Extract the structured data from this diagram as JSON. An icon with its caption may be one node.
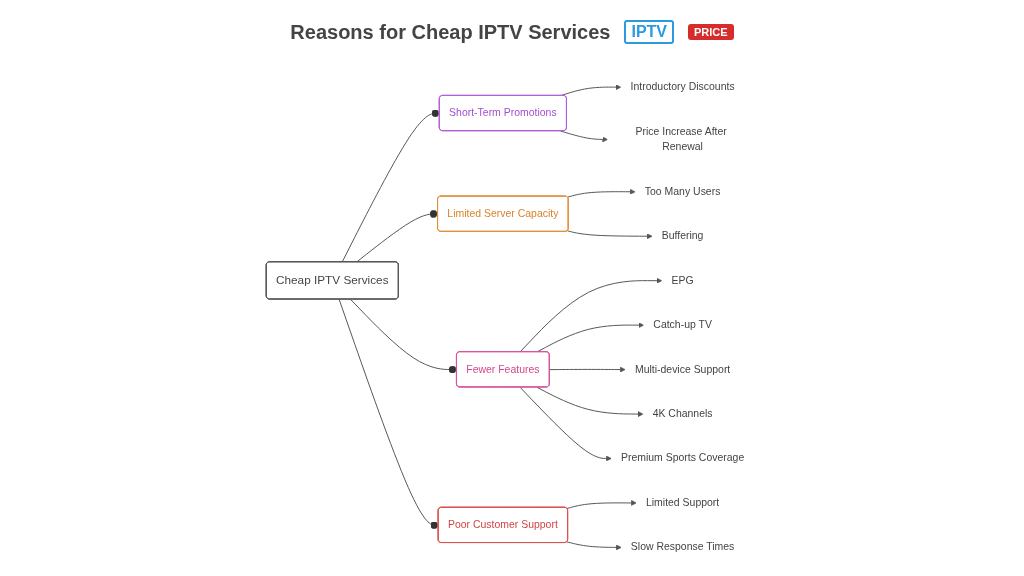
{
  "diagram": {
    "title": "Reasons for Cheap IPTV Services",
    "nodes": [
      {
        "text": [
          "Cheap IPTV Services"
        ]
      },
      {
        "text": [
          "Short-Term Promotions"
        ]
      },
      {
        "text": [
          "Introductory Discounts"
        ]
      },
      {
        "text": [
          "Price Increase After Renewal"
        ]
      },
      {
        "text": [
          "Limited Server Capacity"
        ]
      },
      {
        "text": [
          "Too Many Users"
        ]
      },
      {
        "text": [
          "Buffering"
        ]
      },
      {
        "text": [
          "Fewer Features"
        ]
      },
      {
        "text": [
          "EPG"
        ]
      },
      {
        "text": [
          "Catch-up TV"
        ]
      },
      {
        "text": [
          "Multi-device Support"
        ]
      },
      {
        "text": [
          "4K Channels"
        ]
      },
      {
        "text": [
          "Premium Sports Coverage"
        ]
      },
      {
        "text": [
          "Poor Customer Support"
        ]
      },
      {
        "text": [
          "Limited Support"
        ]
      },
      {
        "text": [
          "Slow Response Times"
        ]
      }
    ],
    "edges": [
      {
        "from": 0,
        "to": 1,
        "arrow": "other"
      },
      {
        "from": 1,
        "to": 2,
        "arrow": "to"
      },
      {
        "from": 1,
        "to": 3,
        "arrow": "to"
      },
      {
        "from": 0,
        "to": 4,
        "arrow": "other"
      },
      {
        "from": 4,
        "to": 5,
        "arrow": "to"
      },
      {
        "from": 4,
        "to": 6,
        "arrow": "to"
      },
      {
        "from": 0,
        "to": 7,
        "arrow": "other"
      },
      {
        "from": 7,
        "to": 8,
        "arrow": "to"
      },
      {
        "from": 7,
        "to": 9,
        "arrow": "to"
      },
      {
        "from": 7,
        "to": 10,
        "arrow": "to"
      },
      {
        "from": 7,
        "to": 11,
        "arrow": "to"
      },
      {
        "from": 7,
        "to": 12,
        "arrow": "to"
      },
      {
        "from": 0,
        "to": 13,
        "arrow": "other"
      },
      {
        "from": 13,
        "to": 14,
        "arrow": "to"
      },
      {
        "from": 13,
        "to": 15,
        "arrow": "to"
      }
    ],
    "labels": [
      "IPTV",
      "PRICE"
    ]
  }
}
